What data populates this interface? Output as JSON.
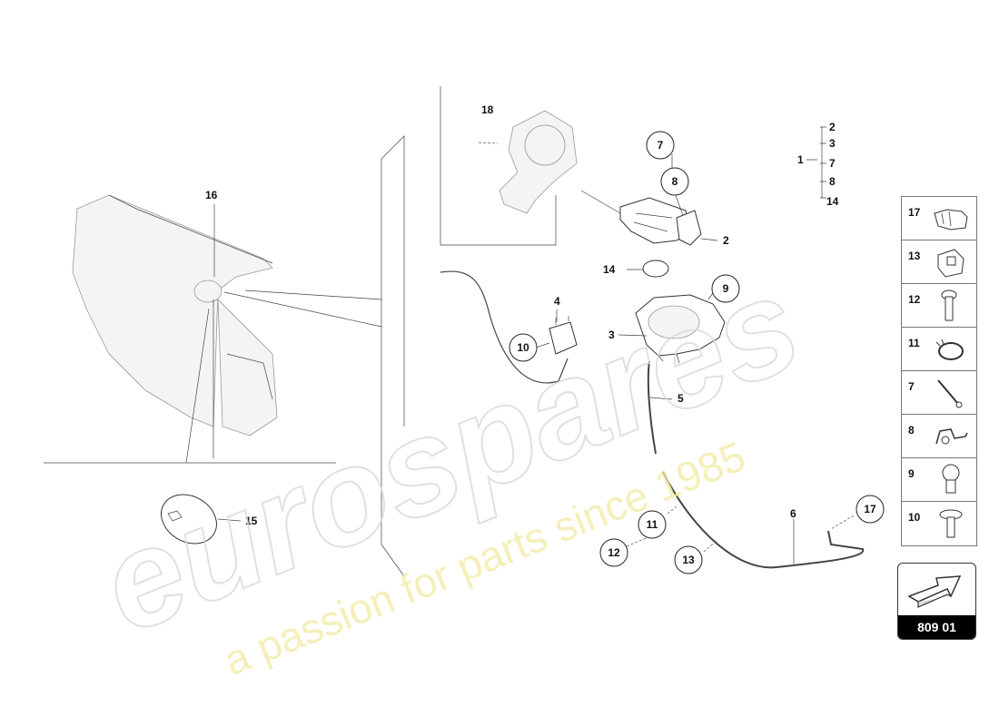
{
  "callouts": {
    "c1": "1",
    "c2a": "2",
    "c2b": "2",
    "c3a": "3",
    "c3b": "3",
    "c4": "4",
    "c5": "5",
    "c6": "6",
    "c7a": "7",
    "c7b": "7",
    "c8a": "8",
    "c8b": "8",
    "c9": "9",
    "c10": "10",
    "c11": "11",
    "c12": "12",
    "c13": "13",
    "c14a": "14",
    "c14b": "14",
    "c15": "15",
    "c16": "16",
    "c17": "17",
    "c18": "18"
  },
  "sidebar": {
    "items": [
      {
        "num": "17",
        "icon": "clip-icon"
      },
      {
        "num": "13",
        "icon": "nut-clip-icon"
      },
      {
        "num": "12",
        "icon": "screw-icon"
      },
      {
        "num": "11",
        "icon": "hose-clamp-icon"
      },
      {
        "num": "7",
        "icon": "pin-icon"
      },
      {
        "num": "8",
        "icon": "bracket-icon"
      },
      {
        "num": "9",
        "icon": "bolt-icon"
      },
      {
        "num": "10",
        "icon": "rivet-icon"
      }
    ]
  },
  "page_ref": {
    "code": "809 01",
    "icon": "arrow-icon"
  },
  "watermark": {
    "brand": "eurospares",
    "tagline": "a passion for parts since 1985"
  }
}
